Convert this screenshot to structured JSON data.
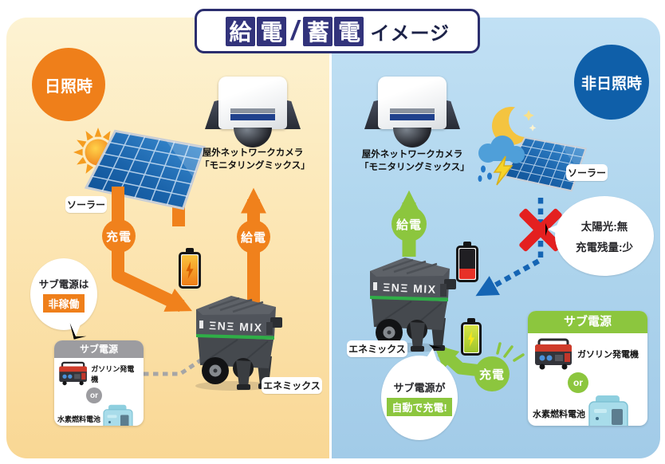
{
  "title": {
    "k1": "給",
    "k2": "電",
    "slash": "/",
    "k3": "蓄",
    "k4": "電",
    "suffix": "イメージ"
  },
  "left": {
    "badge": "日照時",
    "solar_label": "ソーラー",
    "camera": {
      "line1": "屋外ネットワークカメラ",
      "line2": "「モニタリングミックス」"
    },
    "charge": "充電",
    "supply": "給電",
    "bubble": {
      "line1": "サブ電源は",
      "highlight": "非稼働"
    },
    "subpower": {
      "header": "サブ電源",
      "generator": "ガソリン発電機",
      "or": "or",
      "fuelcell": "水素燃料電池"
    },
    "robot_label": "エネミックス",
    "robot_brand": "ΞNΞ MIX"
  },
  "right": {
    "badge": "非日照時",
    "solar_label": "ソーラー",
    "camera": {
      "line1": "屋外ネットワークカメラ",
      "line2": "「モニタリングミックス」"
    },
    "supply": "給電",
    "charge": "充電",
    "status": {
      "line1": "太陽光:無",
      "line2": "充電残量:少"
    },
    "bubble": {
      "line1": "サブ電源が",
      "highlight": "自動で充電!"
    },
    "subpower": {
      "header": "サブ電源",
      "generator": "ガソリン発電機",
      "or": "or",
      "fuelcell": "水素燃料電池"
    },
    "robot_label": "エネミックス",
    "robot_brand": "ΞNΞ MIX"
  },
  "colors": {
    "orange": "#f0811c",
    "green": "#8cc63e",
    "navy": "#32337b",
    "badge_blue": "#0f5fa9",
    "red": "#e42020",
    "dotted_blue": "#1565b4"
  }
}
